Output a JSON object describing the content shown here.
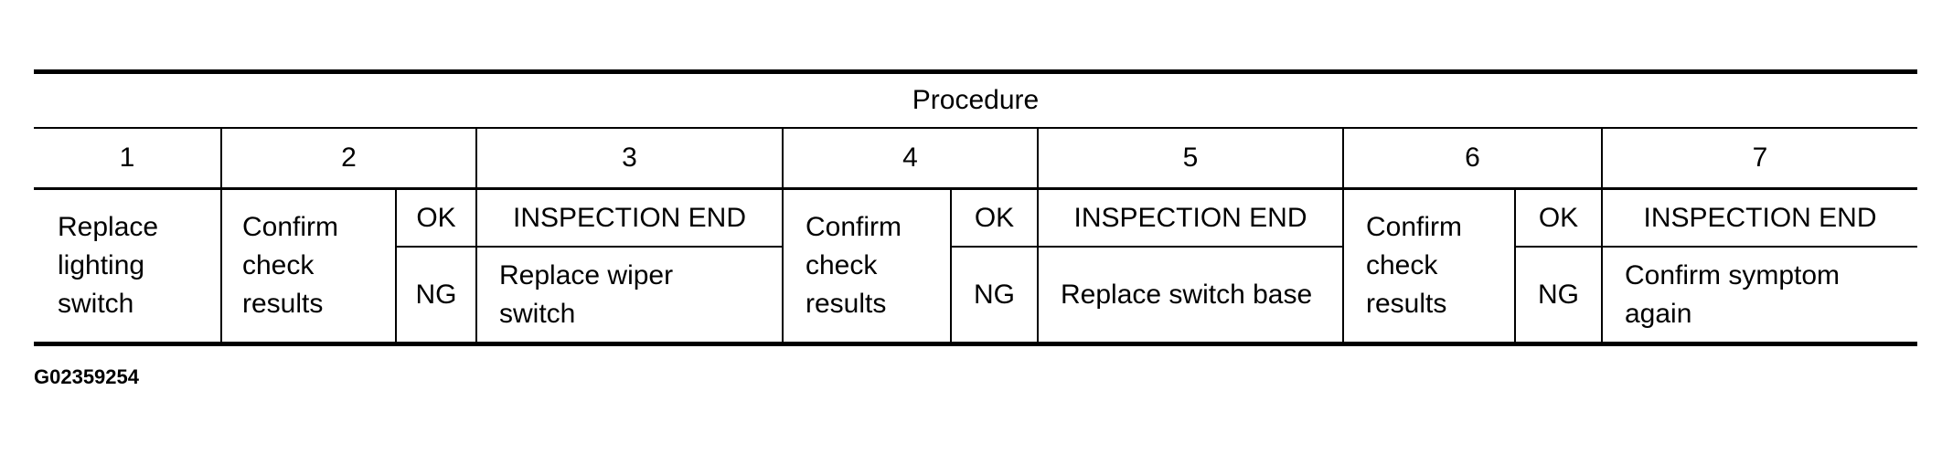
{
  "table": {
    "title": "Procedure",
    "steps": [
      "1",
      "2",
      "3",
      "4",
      "5",
      "6",
      "7"
    ],
    "step1": "Replace lighting switch",
    "checks": [
      {
        "action": "Confirm check results",
        "ok": "OK",
        "ok_result": "INSPECTION END",
        "ng": "NG",
        "ng_result": "Replace wiper switch"
      },
      {
        "action": "Confirm check results",
        "ok": "OK",
        "ok_result": "INSPECTION END",
        "ng": "NG",
        "ng_result": "Replace switch base"
      },
      {
        "action": "Confirm check results",
        "ok": "OK",
        "ok_result": "INSPECTION END",
        "ng": "NG",
        "ng_result": "Confirm symptom again"
      }
    ]
  },
  "figure_id": "G02359254"
}
